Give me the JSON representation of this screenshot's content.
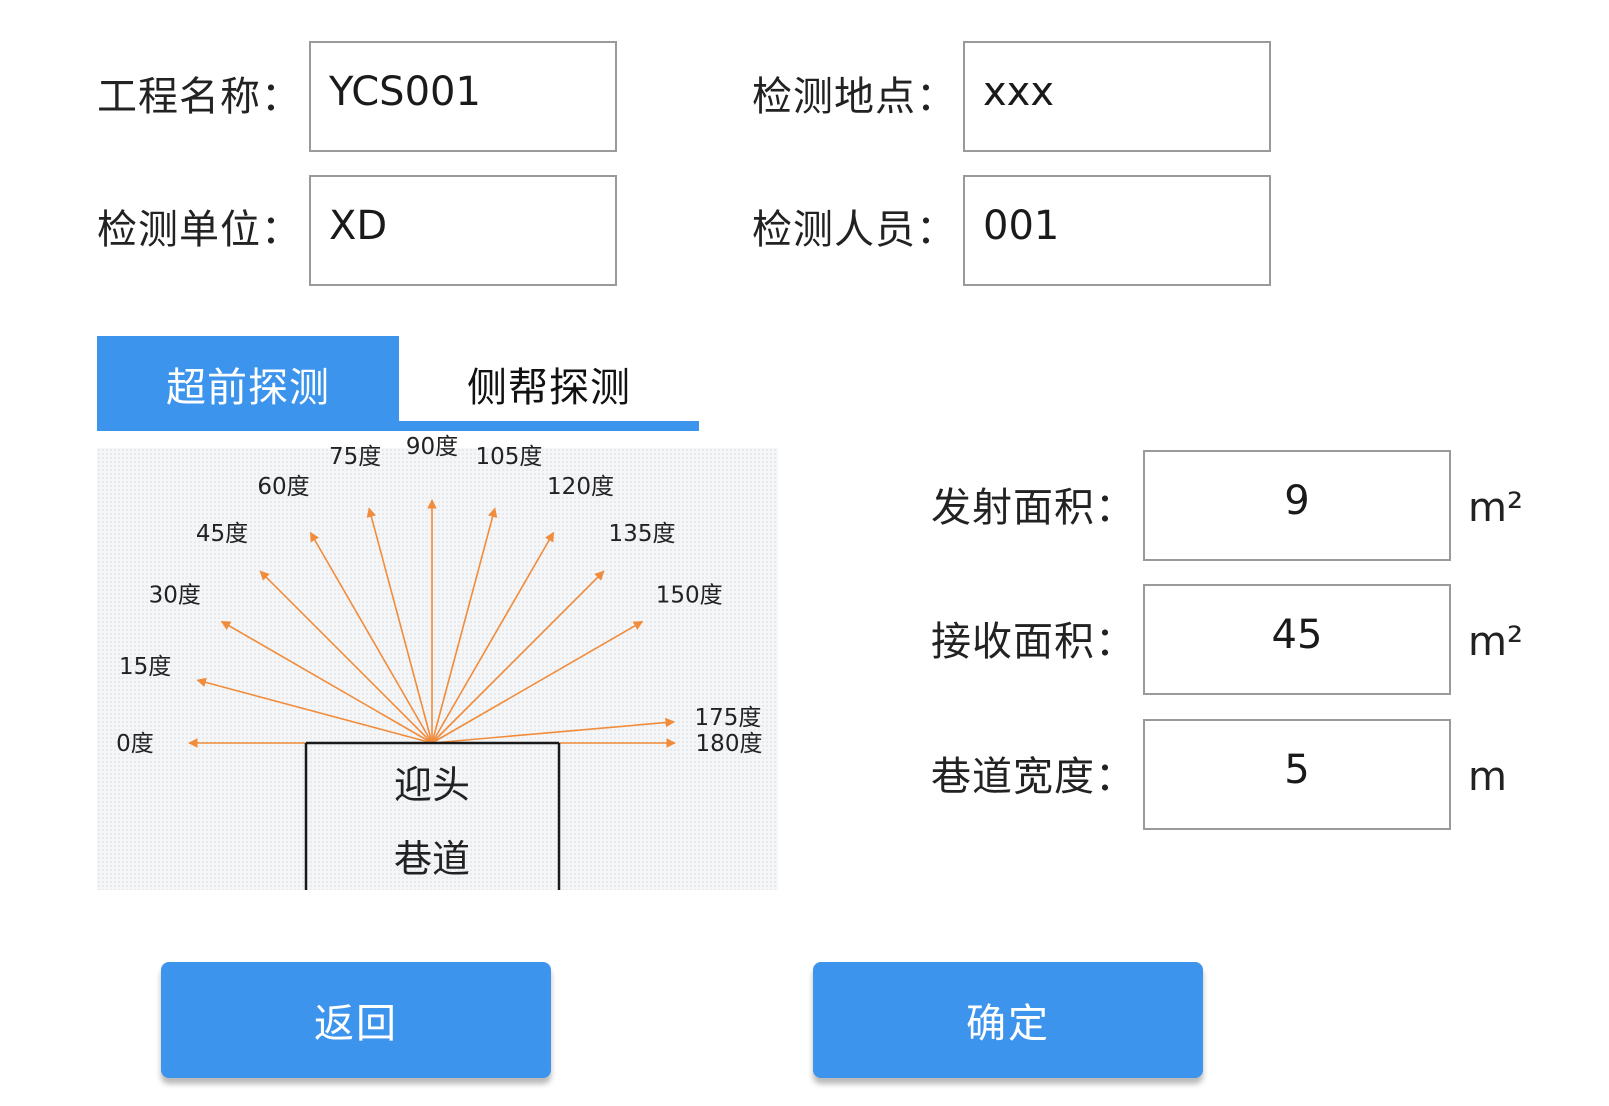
{
  "info": {
    "project_name_label": "工程名称：",
    "project_name_value": "YCS001",
    "location_label": "检测地点：",
    "location_value": "xxx",
    "unit_label": "检测单位：",
    "unit_value": "XD",
    "personnel_label": "检测人员：",
    "personnel_value": "001"
  },
  "tabs": [
    {
      "label": "超前探测",
      "active": true
    },
    {
      "label": "侧帮探测",
      "active": false
    }
  ],
  "diagram": {
    "angles": [
      {
        "deg": 0,
        "label": "0度"
      },
      {
        "deg": 15,
        "label": "15度"
      },
      {
        "deg": 30,
        "label": "30度"
      },
      {
        "deg": 45,
        "label": "45度"
      },
      {
        "deg": 60,
        "label": "60度"
      },
      {
        "deg": 75,
        "label": "75度"
      },
      {
        "deg": 90,
        "label": "90度"
      },
      {
        "deg": 105,
        "label": "105度"
      },
      {
        "deg": 120,
        "label": "120度"
      },
      {
        "deg": 135,
        "label": "135度"
      },
      {
        "deg": 150,
        "label": "150度"
      },
      {
        "deg": 175,
        "label": "175度"
      },
      {
        "deg": 180,
        "label": "180度"
      }
    ],
    "tunnel_line1": "迎头",
    "tunnel_line2": "巷道",
    "arrow_color": "#f08c3c"
  },
  "params": {
    "emit_area_label": "发射面积：",
    "emit_area_value": "9",
    "emit_area_unit": "m²",
    "receive_area_label": "接收面积：",
    "receive_area_value": "45",
    "receive_area_unit": "m²",
    "tunnel_width_label": "巷道宽度：",
    "tunnel_width_value": "5",
    "tunnel_width_unit": "m"
  },
  "buttons": {
    "back_label": "返回",
    "confirm_label": "确定"
  },
  "colors": {
    "accent": "#3d94ec",
    "border": "#9a9a9a"
  }
}
